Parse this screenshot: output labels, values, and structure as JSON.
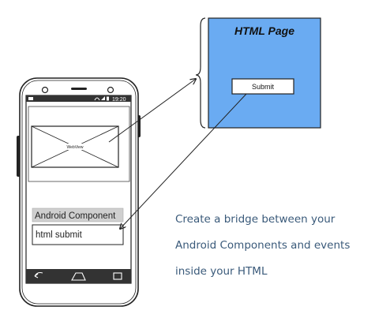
{
  "phone": {
    "status_time": "19:20",
    "webview_label": "WebView",
    "component_title": "Android Component",
    "component_input_value": "html submit"
  },
  "html_page": {
    "title": "HTML Page",
    "submit_label": "Submit"
  },
  "caption": {
    "line1": "Create a bridge between your",
    "line2": "Android Components and events",
    "line3": "inside your HTML"
  },
  "colors": {
    "page_blue": "#6aabf2",
    "caption_text": "#3a5a7a",
    "component_header": "#cfcfcf",
    "phone_bar": "#333333"
  }
}
